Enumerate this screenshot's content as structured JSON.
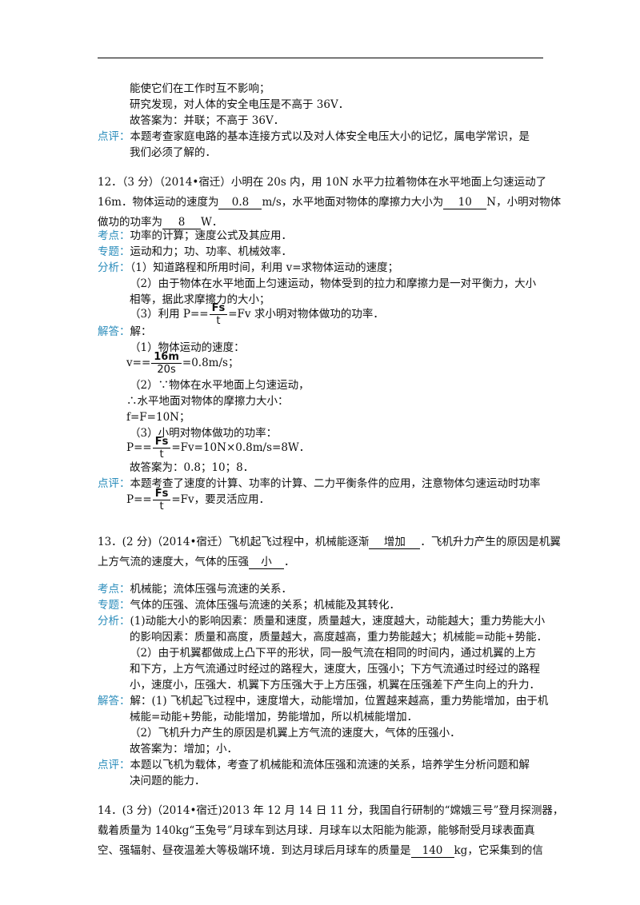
{
  "top": {
    "l1": "能使它们在工作时互不影响；",
    "l2": "研究发现，对人体的安全电压是不高于 36V．",
    "l3": "故答案为：并联；不高于 36V．",
    "tag_comment": "点评：",
    "comment1": "本题考查家庭电路的基本连接方式以及对人体安全电压大小的记忆，属电学常识，是",
    "comment2": "我们必须了解的．"
  },
  "q12": {
    "s1": "12．（3 分）（2014•宿迁）小明在 20s 内，用 10N 水平力拉着物体在水平地面上匀速运动了",
    "s2a": "16m．物体运动的速度为",
    "a1": "0.8",
    "s2b": "m/s，水平地面对物体的摩擦力大小为",
    "a2": "10",
    "s2c": "N，小明对物体",
    "s3a": "做功的功率为",
    "a3": "8",
    "s3b": "W．",
    "tag_kd": "考点：",
    "kd": "功率的计算；速度公式及其应用．",
    "tag_zt": "专题：",
    "zt": "运动和力；功、功率、机械效率．",
    "tag_fx": "分析：",
    "fx1": "（1）知道路程和所用时间，利用 v=求物体运动的速度；",
    "fx2": "（2）由于物体在水平地面上匀速运动，物体受到的拉力和摩擦力是一对平衡力，大小",
    "fx3": "相等，据此求摩擦力的大小；",
    "fx4a": "（3）利用 P==",
    "fx4_num": "Fs",
    "fx4_den": "t",
    "fx4b": "=Fv 求小明对物体做功的功率．",
    "tag_jd": "解答：",
    "jd0": "解：",
    "jd1": "（1）物体运动的速度：",
    "jd2a": "v==",
    "jd2_num": "16m",
    "jd2_den": "20s",
    "jd2b": "=0.8m/s；",
    "jd3": "（2）∵物体在水平地面上匀速运动，",
    "jd4": "∴水平地面对物体的摩擦力大小：",
    "jd5": "f=F=10N；",
    "jd6": "（3）小明对物体做功的功率：",
    "jd7a": "P==",
    "jd7_num": "Fs",
    "jd7_den": "t",
    "jd7b": "=Fv=10N×0.8m/s=8W．",
    "jd8": "故答案为：0.8；10；8．",
    "tag_dp": "点评：",
    "dp1": "本题考查了速度的计算、功率的计算、二力平衡条件的应用，注意物体匀速运动时功率",
    "dp2a": "P==",
    "dp2_num": "Fs",
    "dp2_den": "t",
    "dp2b": "=Fv，要灵活应用．"
  },
  "q13": {
    "s1a": "13．(2 分)（2014•宿迁）飞机起飞过程中，机械能逐渐",
    "a1": "增加",
    "s1b": "．飞机升力产生的原因是机翼",
    "s2a": "上方气流的速度大，气体的压强",
    "a2": "小",
    "s2b": "．",
    "tag_kd": "考点：",
    "kd": "机械能；流体压强与流速的关系．",
    "tag_zt": "专题：",
    "zt": "气体的压强、流体压强与流速的关系；机械能及其转化．",
    "tag_fx": "分析：",
    "fx1": "(1)动能大小的影响因素：质量和速度，质量越大，速度越大，动能越大；重力势能大小",
    "fx2": "的影响因素：质量和高度，质量越大，高度越高，重力势能越大；机械能=动能+势能．",
    "fx3": "（2）由于机翼都做成上凸下平的形状，同一股气流在相同的时间内，通过机翼的上方",
    "fx4": "和下方，上方气流通过时经过的路程大，速度大，压强小；下方气流通过时经过的路程",
    "fx5": "小，速度小，压强大．机翼下方压强大于上方压强，机翼在压强差下产生向上的升力．",
    "tag_jd": "解答：",
    "jd1": "解：(1) 飞机起飞过程中，速度增大，动能增加，位置越来越高，重力势能增加，由于机",
    "jd2": "械能=动能+势能，动能增加，势能增加，所以机械能增加．",
    "jd3": "（2）飞机升力产生的原因是机翼上方气流的速度大，气体的压强小．",
    "jd4": "故答案为：增加；小．",
    "tag_dp": "点评：",
    "dp1": "本题以飞机为载体，考查了机械能和流体压强和流速的关系，培养学生分析问题和解",
    "dp2": "决问题的能力．"
  },
  "q14": {
    "s1": "14．(3 分)（2014•宿迁)2013 年 12 月 14 日 11 分，我国自行研制的“嫦娥三号”登月探测器，",
    "s2": "载着质量为 140kg“玉兔号”月球车到达月球．月球车以太阳能为能源，能够耐受月球表面真",
    "s3a": "空、强辐射、昼夜温差大等极端环境．到达月球后月球车的质量是",
    "a1": "140",
    "s3b": "kg，它采集到的信"
  }
}
